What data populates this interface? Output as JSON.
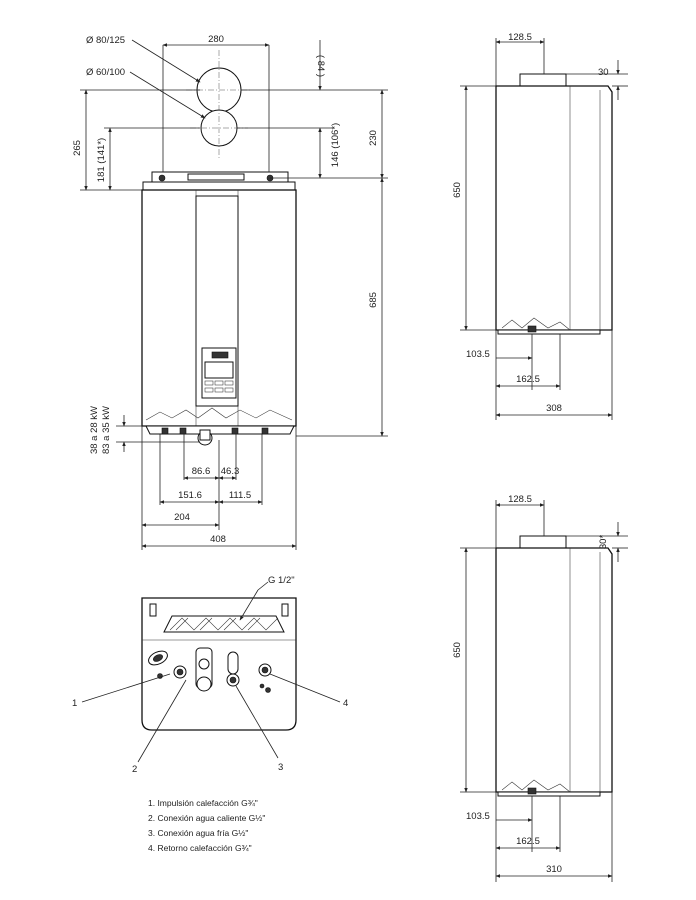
{
  "front_view": {
    "d_80_125": "Ø 80/125",
    "d_60_100": "Ø 60/100",
    "w280": "280",
    "h84": "( 84 )",
    "h265": "265",
    "h181": "181 (141*)",
    "h146": "146 (106*)",
    "h230": "230",
    "h685": "685",
    "kw38": "38 a 28 kW",
    "kw83": "83 a 35 kW",
    "w86": "86.6",
    "w46": "46.3",
    "w151": "151.6",
    "w111": "111.5",
    "w204": "204",
    "w408": "408"
  },
  "side_view_top": {
    "w128": "128.5",
    "h30": "30",
    "h650": "650",
    "w103": "103.5",
    "w162": "162.5",
    "w308": "308"
  },
  "side_view_bottom": {
    "w128": "128.5",
    "h30": "30*",
    "h650": "650",
    "w103": "103.5",
    "w162": "162.5",
    "w310": "310"
  },
  "bottom_view": {
    "g12": "G 1/2\"",
    "c1": "1",
    "c2": "2",
    "c3": "3",
    "c4": "4"
  },
  "legend": [
    "1. Impulsión calefacción G¾\"",
    "2. Conexión agua caliente G½\"",
    "3. Conexión agua fría G½\"",
    "4. Retorno calefacción G¾\""
  ]
}
